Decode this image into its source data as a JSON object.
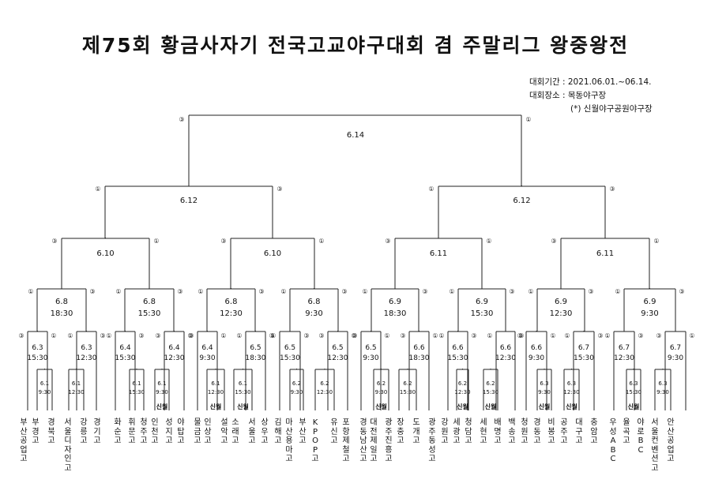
{
  "title": "제75회 황금사자기 전국고교야구대회 겸 주말리그 왕중왕전",
  "info": {
    "period": "대회기간 : 2021.06.01.~06.14.",
    "venue": "대회장소 : 목동야구장",
    "note": "(*) 신월야구공원야구장"
  },
  "venue_tag": "신월",
  "teams": [
    "부산공업고",
    "부경고",
    "경북고",
    "서울디자인고",
    "강릉고",
    "경기고",
    "화순고",
    "휘문고",
    "청주고",
    "인천고",
    "성지고",
    "야탑고",
    "물금고",
    "인상고",
    "설악고",
    "소래고",
    "서울고",
    "상우고",
    "김해고",
    "마산용마고",
    "부산고",
    "KPOP고",
    "유신고",
    "포항제철고",
    "경동남산고",
    "대전제일고",
    "광주진흥고",
    "장충고",
    "도개고",
    "광주동성고",
    "강원고",
    "세광고",
    "청담고",
    "세현고",
    "배명고",
    "백송고",
    "청원고",
    "경동고",
    "비봉고",
    "공주고",
    "대구고",
    "충암고",
    "우성ABC",
    "율곡고",
    "야로BC",
    "서울컨벤션고",
    "안산공업고"
  ],
  "round1": [
    {
      "date": "6.1",
      "time": "9:30",
      "venue": ""
    },
    {
      "date": "6.1",
      "time": "12:30",
      "venue": ""
    },
    {
      "date": "6.1",
      "time": "15:30",
      "venue": ""
    },
    {
      "date": "6.1",
      "time": "9:30",
      "venue": "신월"
    },
    {
      "date": "6.1",
      "time": "12:30",
      "venue": "신월"
    },
    {
      "date": "6.1",
      "time": "15:30",
      "venue": "신월"
    },
    {
      "date": "6.2",
      "time": "9:30",
      "venue": ""
    },
    {
      "date": "6.2",
      "time": "12:30",
      "venue": ""
    },
    {
      "date": "6.2",
      "time": "15:30",
      "venue": ""
    },
    {
      "date": "6.2",
      "time": "9:30",
      "venue": "신월"
    },
    {
      "date": "6.2",
      "time": "12:30",
      "venue": "신월"
    },
    {
      "date": "6.2",
      "time": "15:30",
      "venue": "신월"
    },
    {
      "date": "6.3",
      "time": "9:30",
      "venue": "신월"
    },
    {
      "date": "6.3",
      "time": "12:30",
      "venue": "신월"
    },
    {
      "date": "6.3",
      "time": "15:30",
      "venue": "신월"
    },
    {
      "date": "6.3",
      "time": "9:30",
      "venue": ""
    }
  ],
  "round2": [
    {
      "date": "6.3",
      "time": "15:30"
    },
    {
      "date": "6.3",
      "time": "12:30"
    },
    {
      "date": "6.4",
      "time": "15:30"
    },
    {
      "date": "6.4",
      "time": "12:30"
    },
    {
      "date": "6.4",
      "time": "9:30"
    },
    {
      "date": "6.5",
      "time": "18:30"
    },
    {
      "date": "6.5",
      "time": "15:30"
    },
    {
      "date": "6.5",
      "time": "12:30"
    },
    {
      "date": "6.5",
      "time": "9:30"
    },
    {
      "date": "6.6",
      "time": "18:30"
    },
    {
      "date": "6.6",
      "time": "15:30"
    },
    {
      "date": "6.6",
      "time": "12:30"
    },
    {
      "date": "6.6",
      "time": "9:30"
    },
    {
      "date": "6.7",
      "time": "15:30"
    },
    {
      "date": "6.7",
      "time": "12:30"
    },
    {
      "date": "6.7",
      "time": "9:30"
    }
  ],
  "round3": [
    {
      "date": "6.8",
      "time": "18:30"
    },
    {
      "date": "6.8",
      "time": "15:30"
    },
    {
      "date": "6.8",
      "time": "12:30"
    },
    {
      "date": "6.8",
      "time": "9:30"
    },
    {
      "date": "6.9",
      "time": "18:30"
    },
    {
      "date": "6.9",
      "time": "15:30"
    },
    {
      "date": "6.9",
      "time": "12:30"
    },
    {
      "date": "6.9",
      "time": "9:30"
    }
  ],
  "quarterfinals": [
    "6.10",
    "6.10",
    "6.11",
    "6.11"
  ],
  "semifinals": [
    "6.12",
    "6.12"
  ],
  "final": "6.14",
  "base_marks": [
    [
      "③",
      "①"
    ],
    [
      "①",
      "③"
    ],
    [
      "①",
      "③"
    ],
    [
      "③",
      "①"
    ],
    [
      "③",
      "①"
    ],
    [
      "①",
      "③"
    ],
    [
      "①",
      "③"
    ],
    [
      "③",
      "①"
    ],
    [
      "③",
      "①"
    ],
    [
      "③",
      "①"
    ],
    [
      "①",
      "③"
    ],
    [
      "①",
      "③"
    ],
    [
      "③",
      "①"
    ],
    [
      "①",
      "③"
    ],
    [
      "①",
      "③"
    ],
    [
      "③",
      "①"
    ]
  ],
  "r3_marks": [
    [
      "①",
      "③"
    ],
    [
      "①",
      "③"
    ],
    [
      "①",
      "③"
    ],
    [
      "①",
      "③"
    ],
    [
      "①",
      "③"
    ],
    [
      "①",
      "③"
    ],
    [
      "①",
      "③"
    ],
    [
      "①",
      "③"
    ]
  ],
  "qf_marks": [
    [
      "③",
      "①"
    ],
    [
      "③",
      "①"
    ],
    [
      "③",
      "①"
    ],
    [
      "③",
      "①"
    ]
  ],
  "sf_marks": [
    [
      "①",
      "③"
    ],
    [
      "①",
      "③"
    ]
  ],
  "final_marks": [
    "③",
    "①"
  ]
}
